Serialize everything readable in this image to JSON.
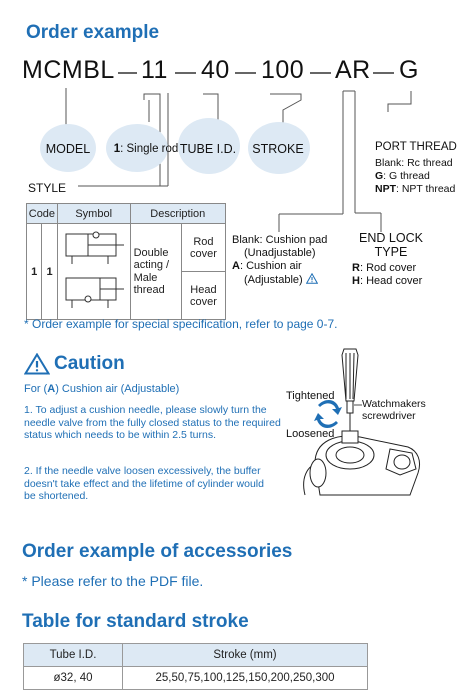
{
  "order_example": {
    "heading": "Order example",
    "code_parts": [
      "MCMBL",
      "11",
      "40",
      "100",
      "AR",
      "G"
    ],
    "labels": {
      "model": "MODEL",
      "single_rod_num": "1",
      "single_rod": ": Single rod",
      "tube_id": "TUBE I.D.",
      "stroke": "STROKE",
      "style": "STYLE",
      "port_thread_title": "PORT THREAD",
      "port_blank": "Blank",
      "port_blank_desc": ": Rc thread",
      "port_g": "G",
      "port_g_desc": ": G thread",
      "port_npt": "NPT",
      "port_npt_desc": ": NPT thread",
      "cushion_blank": "Blank",
      "cushion_blank_desc": ": Cushion pad",
      "cushion_unadj": "(Unadjustable)",
      "cushion_a": "A",
      "cushion_a_desc": ": Cushion air",
      "cushion_adj": "(Adjustable)",
      "end_lock_title1": "END LOCK",
      "end_lock_title2": "TYPE",
      "end_lock_r": "R",
      "end_lock_r_desc": ": Rod cover",
      "end_lock_h": "H",
      "end_lock_h_desc": ": Head cover"
    },
    "style_table": {
      "headers": [
        "Code",
        "Symbol",
        "Description"
      ],
      "code1": "1",
      "code2": "1",
      "desc_main": "Double acting / Male thread",
      "rod_cover": "Rod cover",
      "head_cover": "Head cover"
    },
    "note": "* Order example for special specification, refer to page 0-7."
  },
  "caution": {
    "title": "Caution",
    "for_prefix": "For (",
    "for_a": "A",
    "for_suffix": ") Cushion air (Adjustable)",
    "item1": "1. To adjust a cushion needle, please slowly turn the needle valve from the fully closed status to the required status which needs to be within 2.5 turns.",
    "item2": "2. If the needle valve loosen excessively, the buffer doesn't take effect and the lifetime of cylinder would be shortened.",
    "fig_tightened": "Tightened",
    "fig_loosened": "Loosened",
    "fig_watchmakers": "Watchmakers",
    "fig_screwdriver": "screwdriver"
  },
  "accessories": {
    "heading": "Order example of accessories",
    "note": "* Please refer to the PDF file."
  },
  "standard_stroke": {
    "heading": "Table for standard stroke",
    "headers": [
      "Tube I.D.",
      "Stroke (mm)"
    ],
    "rows": [
      [
        "ø32, 40",
        "25,50,75,100,125,150,200,250,300"
      ]
    ]
  },
  "colors": {
    "accent_blue": "#1f6fb5",
    "light_blue": "#dde9f4"
  }
}
